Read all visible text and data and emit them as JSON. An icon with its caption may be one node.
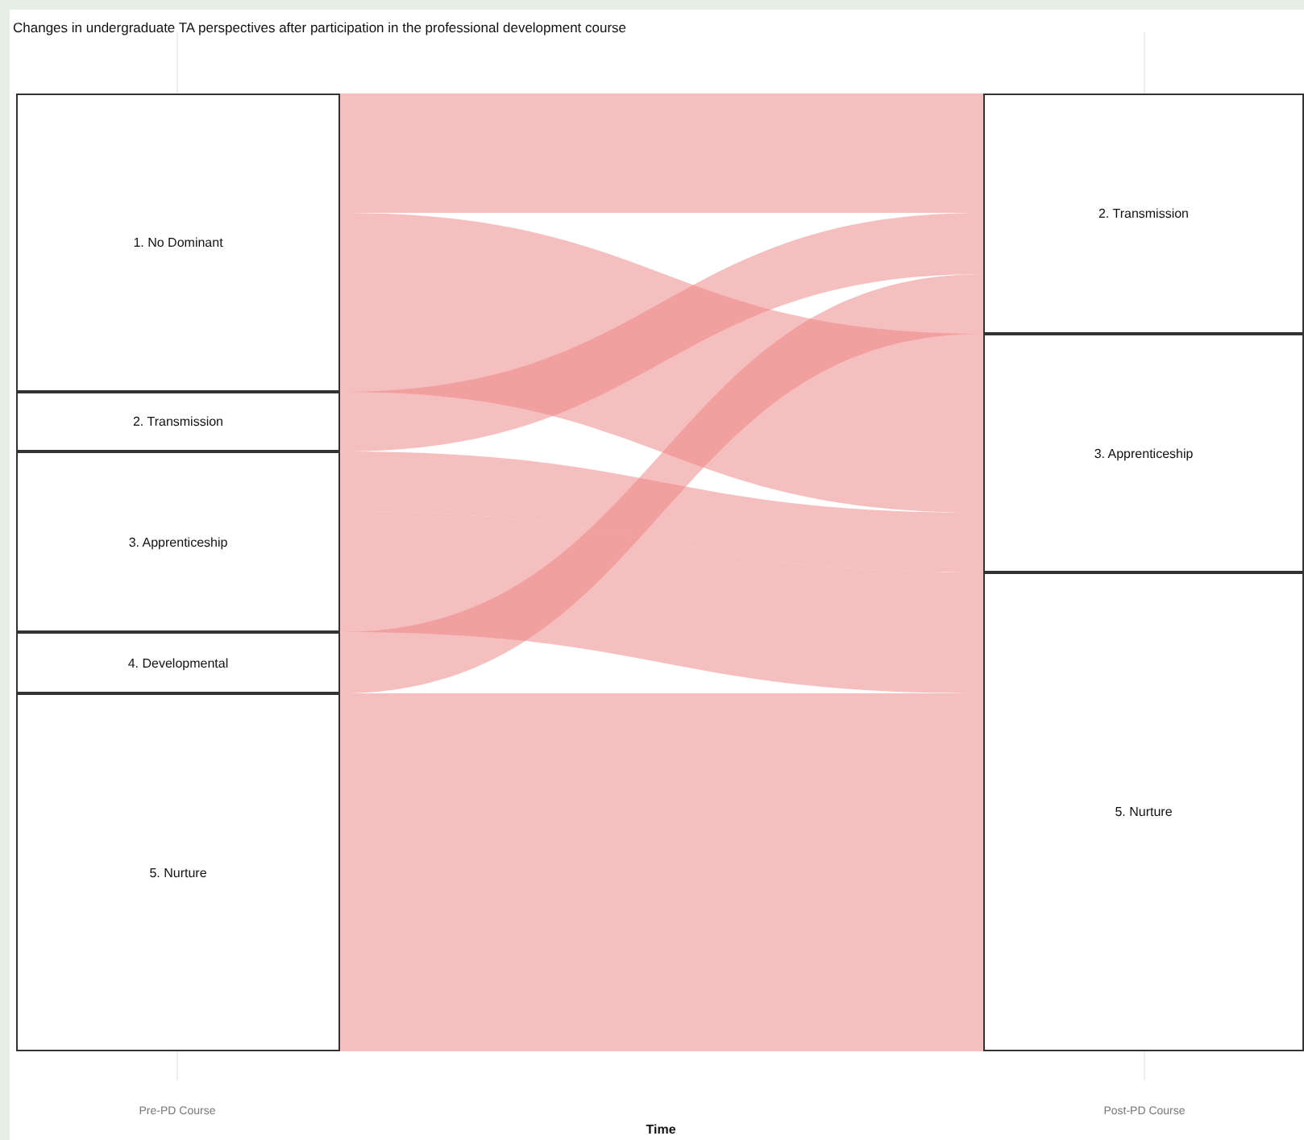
{
  "diagram": {
    "title": "Changes in undergraduate TA perspectives after participation in the professional development course",
    "nodes": [
      {
        "text": [
          "1. No Dominant"
        ]
      },
      {
        "text": [
          "2. Transmission"
        ]
      },
      {
        "text": [
          "3. Apprenticeship"
        ]
      },
      {
        "text": [
          "4. Developmental"
        ]
      },
      {
        "text": [
          "5. Nurture"
        ]
      },
      {
        "text": [
          "2. Transmission"
        ]
      },
      {
        "text": [
          "3. Apprenticeship"
        ]
      },
      {
        "text": [
          "5. Nurture"
        ]
      }
    ],
    "edges": [
      {
        "from": 0,
        "to": 5,
        "arrow": "none"
      },
      {
        "from": 0,
        "to": 6,
        "arrow": "none"
      },
      {
        "from": 1,
        "to": 5,
        "arrow": "none"
      },
      {
        "from": 2,
        "to": 6,
        "arrow": "none"
      },
      {
        "from": 2,
        "to": 7,
        "arrow": "none"
      },
      {
        "from": 3,
        "to": 5,
        "arrow": "none"
      },
      {
        "from": 4,
        "to": 7,
        "arrow": "none"
      }
    ],
    "labels": [
      "Pre-PD Course",
      "Time",
      "Post-PD Course"
    ]
  }
}
